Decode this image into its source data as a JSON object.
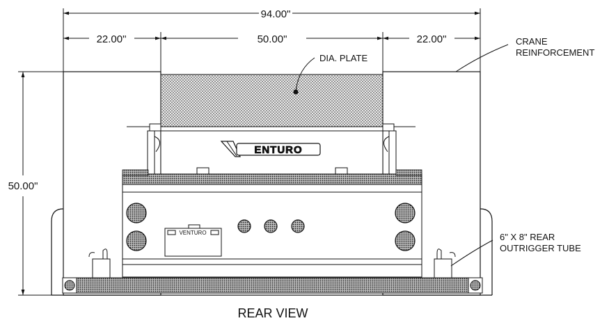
{
  "dimensions": {
    "overall_width": "94.00\"",
    "left_section": "22.00\"",
    "center_section": "50.00\"",
    "right_section": "22.00\"",
    "overall_height": "50.00\""
  },
  "callouts": {
    "dia_plate": "DIA. PLATE",
    "crane_reinforcement_line1": "CRANE",
    "crane_reinforcement_line2": "REINFORCEMENT",
    "outrigger_line1": "6\" X 8\" REAR",
    "outrigger_line2": "OUTRIGGER TUBE"
  },
  "brand": {
    "logo_text": "ENTURO",
    "plate_text": "VENTURO"
  },
  "view_title": "REAR VIEW",
  "colors": {
    "line": "#111111",
    "diamond_plate_fill": "#d9d9d9"
  }
}
